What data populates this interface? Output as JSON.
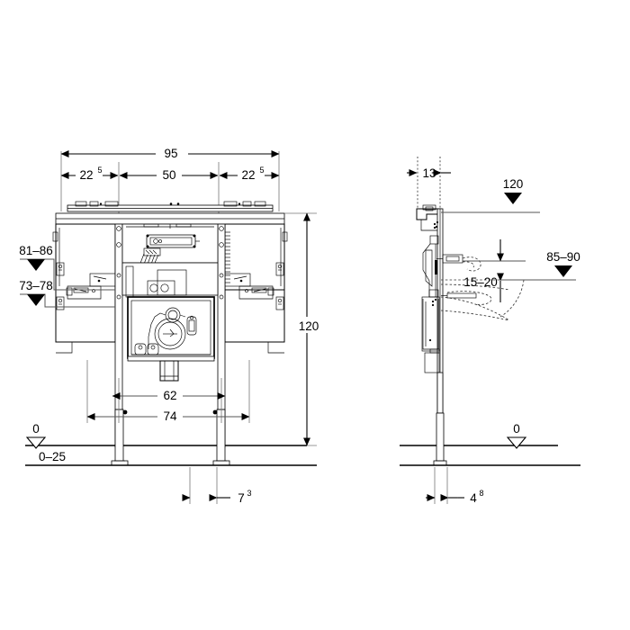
{
  "drawing": {
    "title": "Sanitary installation frame — front and side elevation",
    "units": "cm",
    "line_color": "#000000",
    "dim_color": "#555555"
  },
  "front_view": {
    "name": "front-elevation",
    "dimensions": {
      "overall_width": "95",
      "left_segment": {
        "value": "22",
        "sup": "5"
      },
      "center_segment": "50",
      "right_segment": {
        "value": "22",
        "sup": "5"
      },
      "inner_leg_span": "62",
      "outer_leg_span": "74",
      "overall_height": "120",
      "leg_offset": {
        "value": "7",
        "sup": "3"
      }
    },
    "levels": {
      "upper_connection": "81–86",
      "lower_connection": "73–78",
      "datum": "0",
      "floor_buildup": "0–25"
    }
  },
  "side_view": {
    "name": "side-elevation",
    "dimensions": {
      "wall_offset": "13",
      "top_height": "120",
      "basin_gap": "15–20",
      "basin_height": "85–90",
      "datum": "0",
      "foot_offset": {
        "value": "4",
        "sup": "8"
      }
    }
  },
  "symbols": {
    "filled_level_marker": "filled-triangle-level-marker",
    "open_level_marker": "open-triangle-datum-marker",
    "arrow": "dimension-arrow"
  }
}
